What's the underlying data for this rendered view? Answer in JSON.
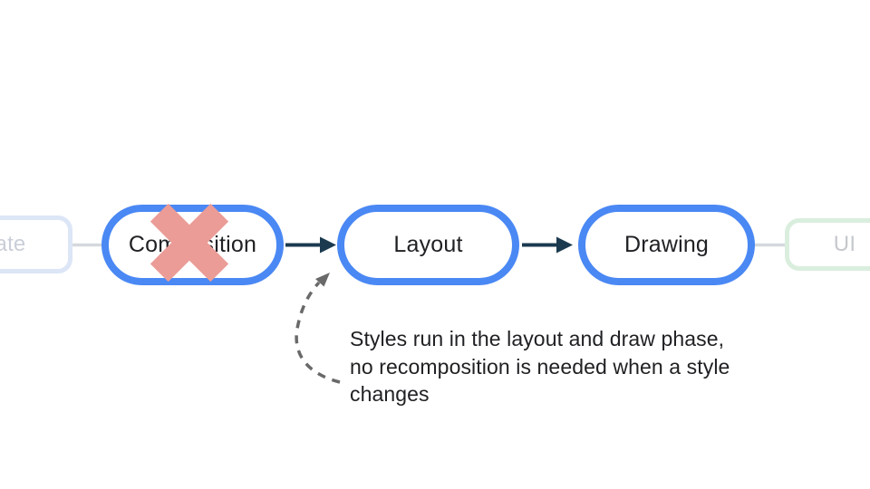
{
  "nodes": {
    "state": {
      "label": "ate"
    },
    "composition": {
      "label": "Composition",
      "crossed_out": true
    },
    "layout": {
      "label": "Layout"
    },
    "drawing": {
      "label": "Drawing"
    },
    "ui": {
      "label": "UI"
    }
  },
  "annotation": {
    "line1": "Styles run in the layout and draw phase,",
    "line2": "no recomposition is needed when a style",
    "line3": "changes"
  },
  "icons": {
    "x_mark": "crossed-out-x"
  },
  "colors": {
    "background": "#ffffff",
    "node_border_blue": "#4a88f4",
    "node_text": "#202124",
    "arrow_dark": "#1b3a50",
    "faded_connector": "#d5d9dd",
    "faded_state_border": "#dce6f7",
    "faded_state_text": "#caced8",
    "faded_ui_border": "#daeede",
    "faded_ui_text": "#c5c8cc",
    "x_mark": "#eb9c97",
    "dashed_arrow": "#696969",
    "annotation_text": "#202124"
  }
}
